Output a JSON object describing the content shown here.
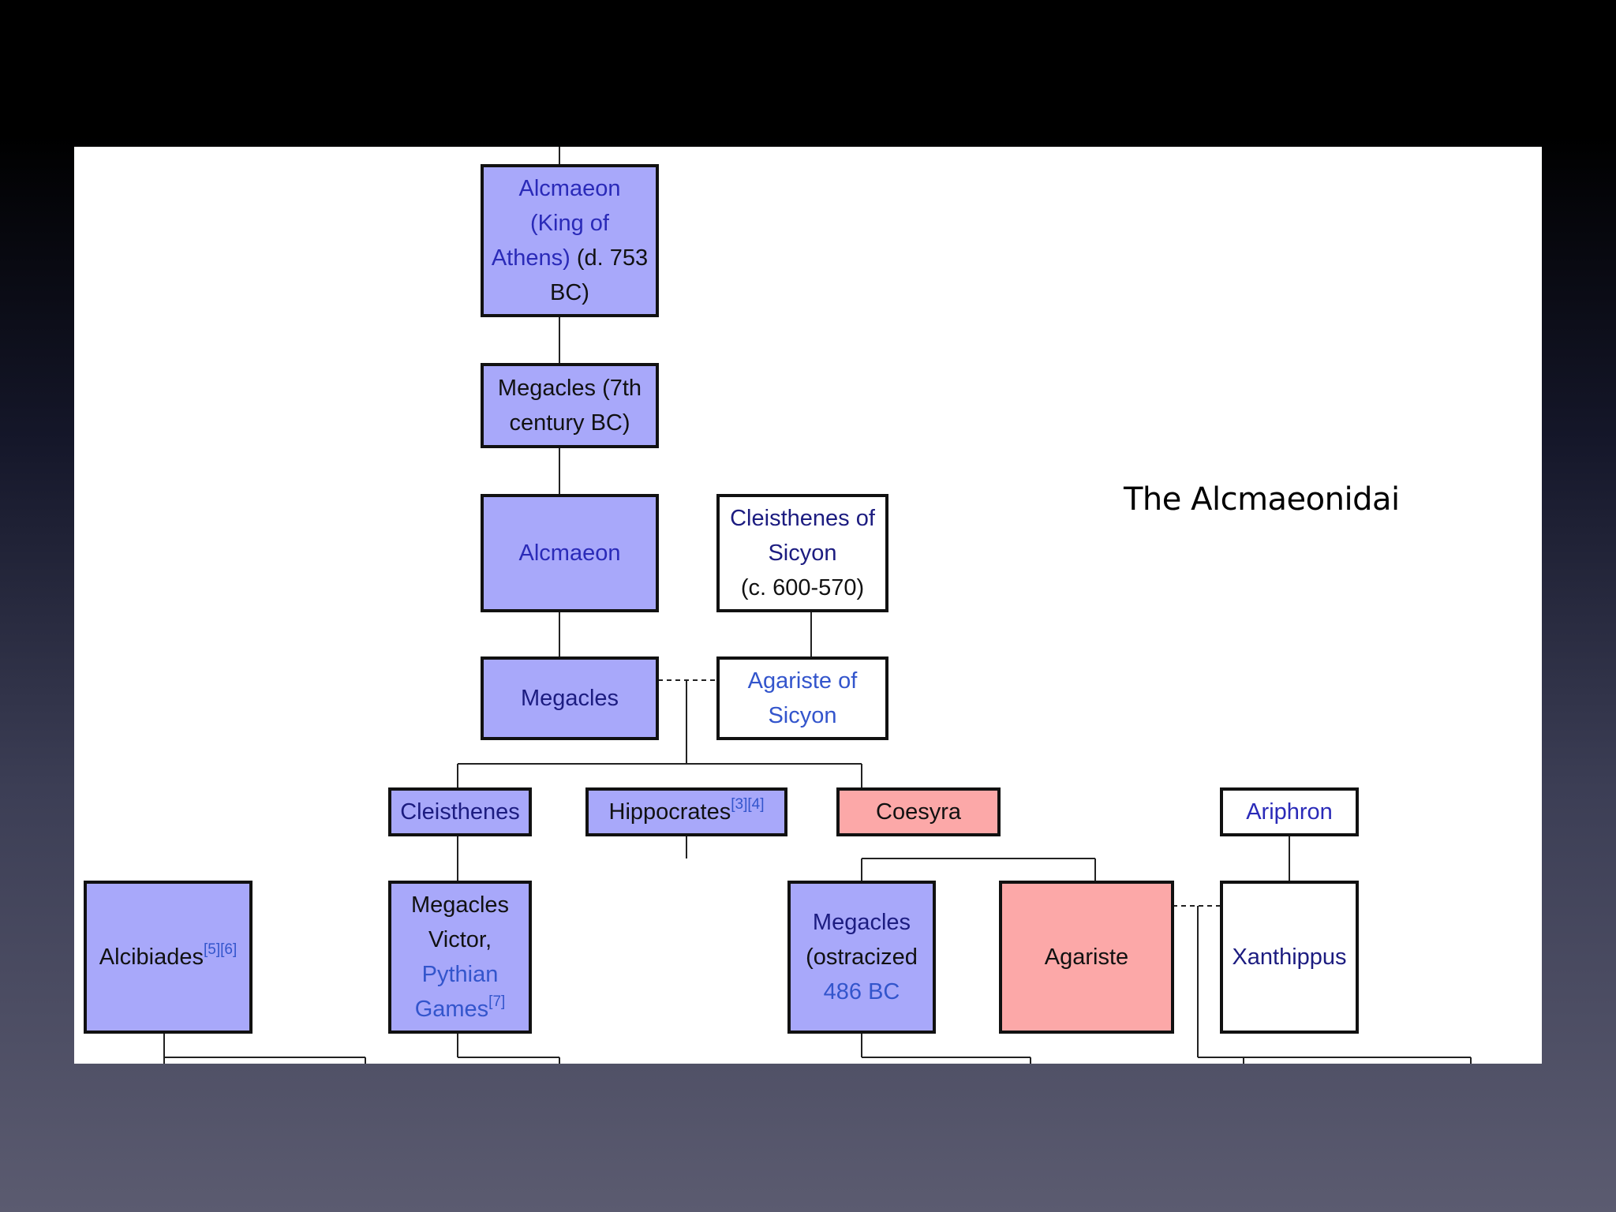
{
  "slide": {
    "title": "The Alcmaeonidai"
  },
  "tree": {
    "alcmaeon_king": {
      "l1": "Alcmaeon",
      "l2": "(King of",
      "l3a": "Athens)",
      "l3b": " (d. 753",
      "l4": "BC)"
    },
    "megacles_7th": {
      "l1": "Megacles (7th",
      "l2": "century BC)"
    },
    "alcmaeon": {
      "label": "Alcmaeon"
    },
    "cleisthenes_sicyon": {
      "l1": "Cleisthenes of",
      "l2": "Sicyon",
      "l3": "(c. 600-570)"
    },
    "megacles": {
      "label": "Megacles"
    },
    "agariste_sicyon": {
      "l1": "Agariste of",
      "l2": "Sicyon"
    },
    "cleisthenes": {
      "label": "Cleisthenes"
    },
    "hippocrates": {
      "label": "Hippocrates",
      "ref1": "[3]",
      "ref2": "[4]"
    },
    "coesyra": {
      "label": "Coesyra"
    },
    "ariphron": {
      "label": "Ariphron"
    },
    "alcibiades": {
      "label": "Alcibiades",
      "ref1": "[5]",
      "ref2": "[6]"
    },
    "megacles_victor": {
      "l1": "Megacles",
      "l2": "Victor,",
      "l3": "Pythian",
      "l4": "Games",
      "ref": "[7]"
    },
    "megacles_ostracized": {
      "l1": "Megacles",
      "l2": "(ostracized",
      "l3": "486 BC"
    },
    "agariste": {
      "label": "Agariste"
    },
    "xanthippus": {
      "label": "Xanthippus"
    }
  },
  "colors": {
    "member_fill": "#a8a8fa",
    "female_fill": "#fca8a8",
    "outsider_fill": "#ffffff",
    "link_text": "#2a2ab8"
  }
}
